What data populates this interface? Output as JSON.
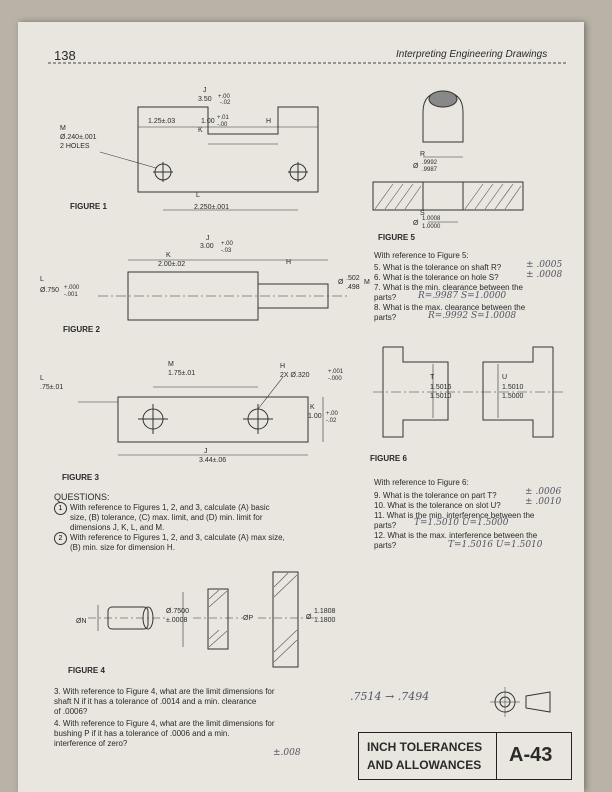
{
  "header": {
    "page_number": "138",
    "title": "Interpreting Engineering Drawings"
  },
  "figure1": {
    "label": "FIGURE 1",
    "j_letter": "J",
    "j_value": "3.50",
    "j_tol_plus": "+.00",
    "j_tol_minus": "-.02",
    "d125": "1.25±.03",
    "k_value": "1.00",
    "k_tol_plus": "+.01",
    "k_tol_minus": "-.00",
    "k_letter": "K",
    "h_letter": "H",
    "m_letter": "M",
    "m_value": "Ø.240±.001",
    "m_holes": "2 HOLES",
    "l_letter": "L",
    "l_value": "2.250±.001"
  },
  "figure2": {
    "label": "FIGURE 2",
    "j_letter": "J",
    "j_value": "3.00",
    "j_tol_plus": "+.00",
    "j_tol_minus": "-.03",
    "k_letter": "K",
    "k_value": "2.00±.02",
    "h_letter": "H",
    "l_letter": "L",
    "l_value": "Ø.750",
    "l_tol_plus": "+.000",
    "l_tol_minus": "-.001",
    "m_value_top": ".502",
    "m_value_bot": ".498",
    "m_prefix": "Ø",
    "m_letter": "M"
  },
  "figure3": {
    "label": "FIGURE 3",
    "l_letter": "L",
    "l_value": ".75±.01",
    "m_letter": "M",
    "m_value": "1.75±.01",
    "h_letter": "H",
    "h_value": "2X Ø.320",
    "h_tol_plus": "+.001",
    "h_tol_minus": "-.000",
    "k_letter": "K",
    "k_value": "1.00",
    "k_tol_plus": "+.00",
    "k_tol_minus": "-.02",
    "j_letter": "J",
    "j_value": "3.44±.06"
  },
  "figure4": {
    "label": "FIGURE 4",
    "n_label": "ØN",
    "d_value": "Ø.7500",
    "d_tol": "±.0008",
    "p_label": "ØP",
    "hole_top": "1.1808",
    "hole_bot": "1.1800",
    "hole_prefix": "Ø"
  },
  "figure5": {
    "label": "FIGURE 5",
    "r_letter": "R",
    "r_top": ".9992",
    "r_bot": ".9987",
    "r_prefix": "Ø",
    "s_letter": "S",
    "s_top": "1.0008",
    "s_bot": "1.0000",
    "s_prefix": "Ø",
    "intro": "With reference to Figure 5:",
    "questions": [
      "5.  What is the tolerance on shaft R?",
      "6.  What is the tolerance on hole S?",
      "7.  What is the min. clearance between the",
      "     parts?",
      "8.  What is the max. clearance between the",
      "     parts?"
    ],
    "answers": [
      "± .0005",
      "± .0008",
      "R=.9987  S=1.0000",
      "R=.9992  S=1.0008"
    ]
  },
  "figure6": {
    "label": "FIGURE 6",
    "t_letter": "T",
    "t_top": "1.5016",
    "t_bot": "1.5010",
    "u_letter": "U",
    "u_top": "1.5010",
    "u_bot": "1.5000",
    "intro": "With reference to Figure 6:",
    "questions": [
      "9.  What is the tolerance on part T?",
      "10. What is the tolerance on slot U?",
      "11. What is the min. interference between the",
      "     parts?",
      "12. What is the max. interference between the",
      "     parts?"
    ],
    "answers": [
      "± .0006",
      "± .0010",
      "T=1.5010  U=1.5000",
      "T=1.5016  U=1.5010"
    ]
  },
  "questions_block": {
    "heading": "QUESTIONS:",
    "q1_num": "1",
    "q1_lines": [
      "With reference to Figures 1, 2, and 3, calculate (A) basic",
      "size, (B) tolerance, (C) max. limit, and (D) min. limit for",
      "dimensions J, K, L, and M."
    ],
    "q2_num": "2",
    "q2_lines": [
      "With reference to Figures 1, 2, and 3, calculate (A) max size,",
      "(B) min. size for dimension H."
    ],
    "q3_lines": [
      "3.  With reference to Figure 4, what are the limit dimensions for",
      "     shaft N if it has a tolerance of .0014 and a min. clearance",
      "     of .0006?"
    ],
    "q3_answer": ".7514 → .7494",
    "q4_lines": [
      "4.  With reference to Figure 4, what are the limit dimensions for",
      "     bushing P if it has a tolerance of .0006 and a min.",
      "     interference of zero?"
    ],
    "q4_answer": "±.008"
  },
  "footer": {
    "title_line1": "INCH TOLERANCES",
    "title_line2": "AND ALLOWANCES",
    "code": "A-43"
  }
}
